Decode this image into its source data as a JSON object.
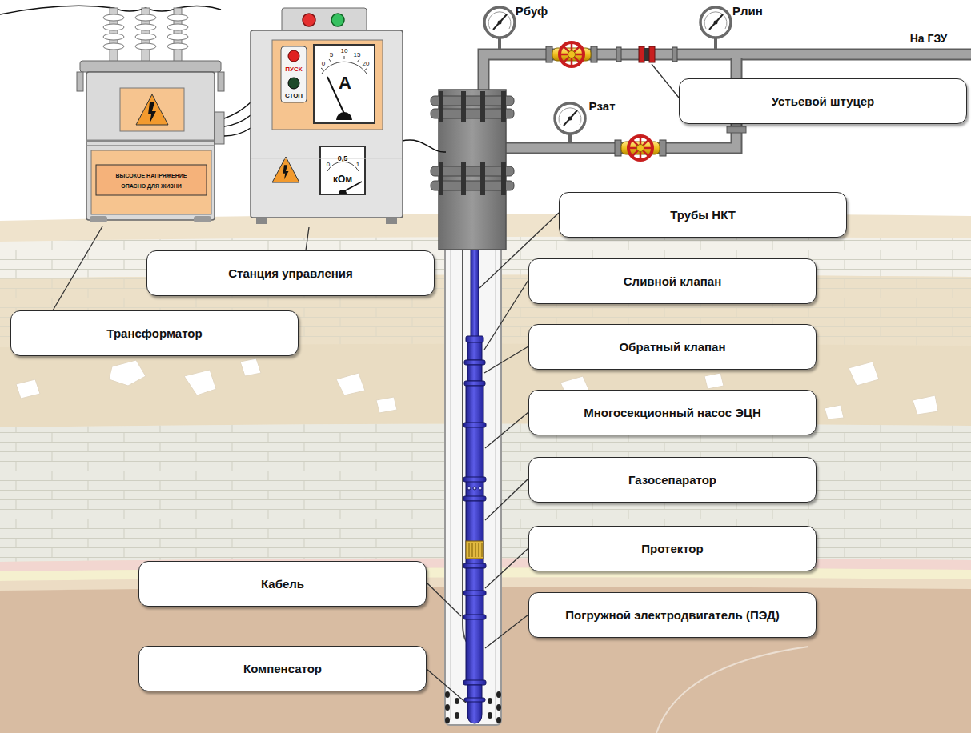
{
  "diagram": {
    "nodes": [
      {
        "text": [
          "Устьевой штуцер"
        ]
      },
      {
        "text": [
          "Трубы НКТ"
        ]
      },
      {
        "text": [
          "Станция управления"
        ]
      },
      {
        "text": [
          "Сливной клапан"
        ]
      },
      {
        "text": [
          "Трансформатор"
        ]
      },
      {
        "text": [
          "Обратный клапан"
        ]
      },
      {
        "text": [
          "Многосекционный насос ЭЦН"
        ]
      },
      {
        "text": [
          "Газосепаратор"
        ]
      },
      {
        "text": [
          "Протектор"
        ]
      },
      {
        "text": [
          "Кабель"
        ]
      },
      {
        "text": [
          "Погружной электродвигатель (ПЭД)"
        ]
      },
      {
        "text": [
          "Компенсатор"
        ]
      }
    ],
    "labels": [
      "Pбуф",
      "Pлин",
      "Pзат",
      "На ГЗУ",
      "ПУСК",
      "СТОП",
      "0",
      "5",
      "10",
      "15",
      "20",
      "A",
      "0",
      "0,5",
      "1",
      "кОм",
      "ВЫСОКОЕ НАПРЯЖЕНИЕ",
      "ОПАСНО ДЛЯ ЖИЗНИ"
    ]
  }
}
